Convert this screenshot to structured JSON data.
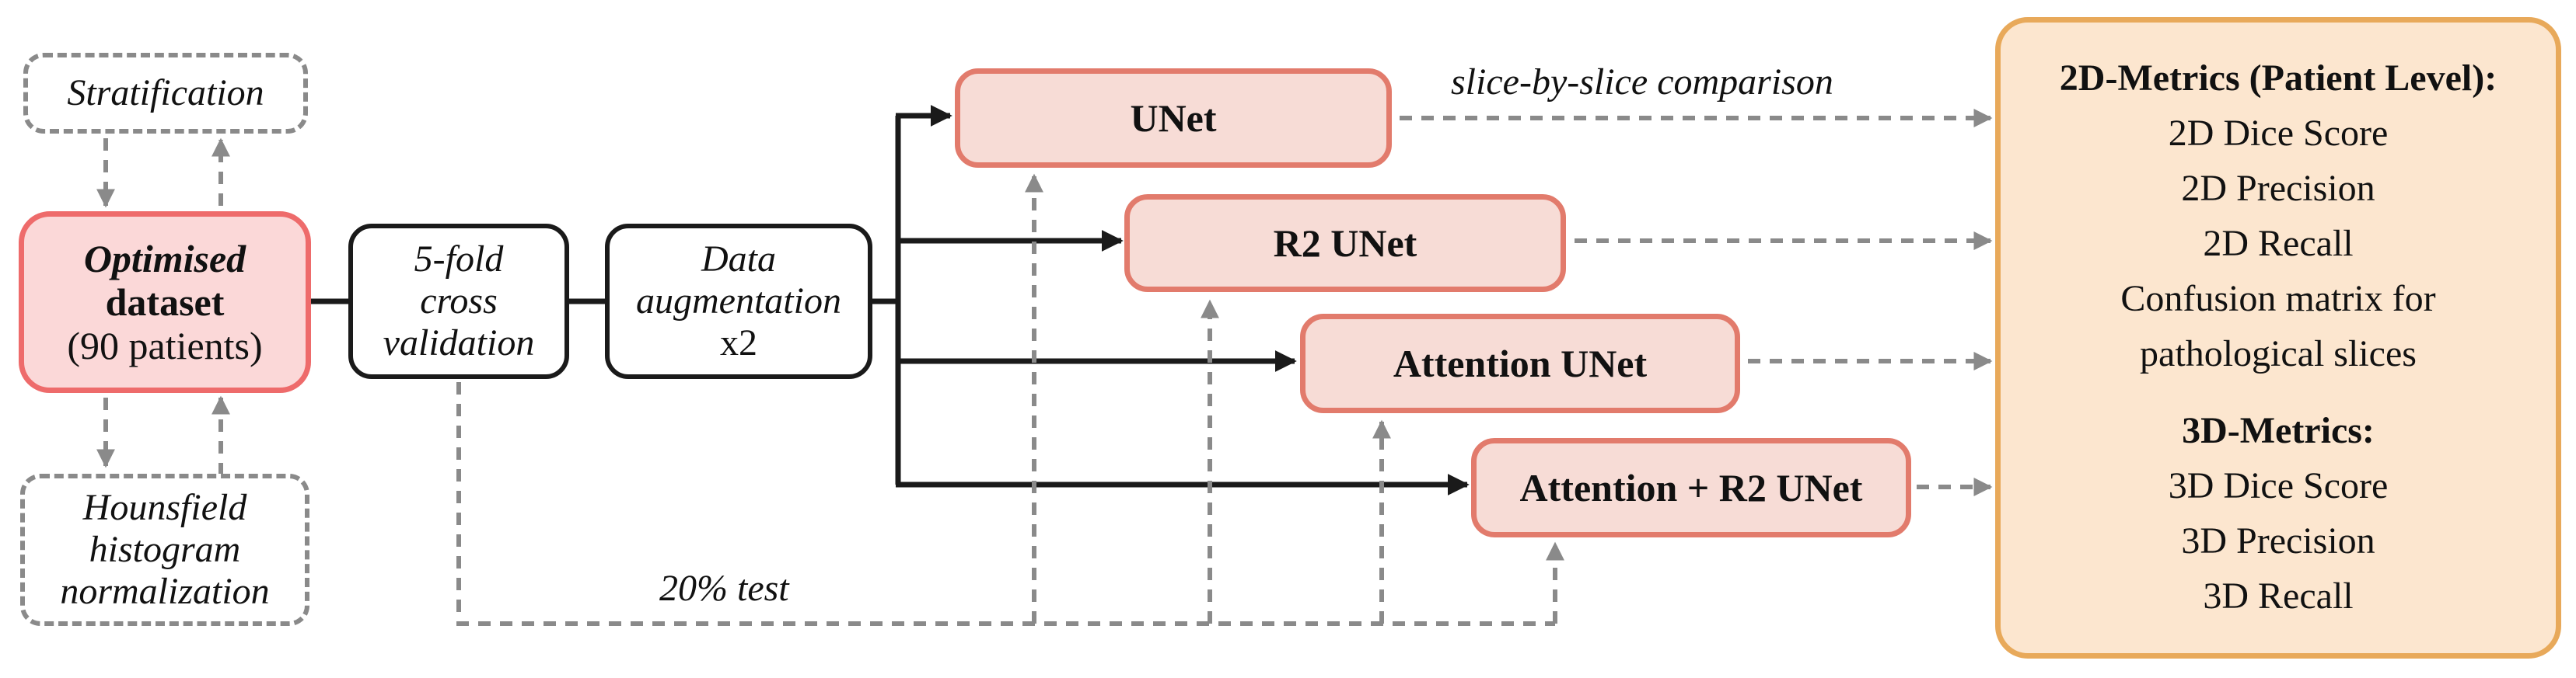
{
  "stratification": "Stratification",
  "dataset": {
    "line1": "Optimised",
    "line2": "dataset",
    "line3": "(90 patients)"
  },
  "hounsfield": {
    "line1": "Hounsfield",
    "line2": "histogram",
    "line3": "normalization"
  },
  "crossval": {
    "line1": "5-fold",
    "line2": "cross",
    "line3": "validation"
  },
  "augment": {
    "line1": "Data",
    "line2": "augmentation",
    "line3": "x2"
  },
  "models": [
    "UNet",
    "R2 UNet",
    "Attention UNet",
    "Attention + R2 UNet"
  ],
  "comparison_label": "slice-by-slice comparison",
  "test_label": "20% test",
  "metrics": {
    "title_2d": "2D-Metrics (Patient Level):",
    "items_2d": [
      "2D Dice Score",
      "2D Precision",
      "2D Recall",
      "Confusion matrix for",
      "pathological slices"
    ],
    "title_3d": "3D-Metrics:",
    "items_3d": [
      "3D Dice Score",
      "3D Precision",
      "3D Recall"
    ]
  },
  "colors": {
    "dataset_fill": "#fbd8d8",
    "dataset_border": "#ee6b6b",
    "model_fill": "#f7dcd6",
    "model_border": "#e27b6c",
    "metrics_fill": "#fce6cf",
    "metrics_border": "#e8a95a",
    "dashed": "#8a8a8a",
    "solid": "#1a1a1a"
  }
}
